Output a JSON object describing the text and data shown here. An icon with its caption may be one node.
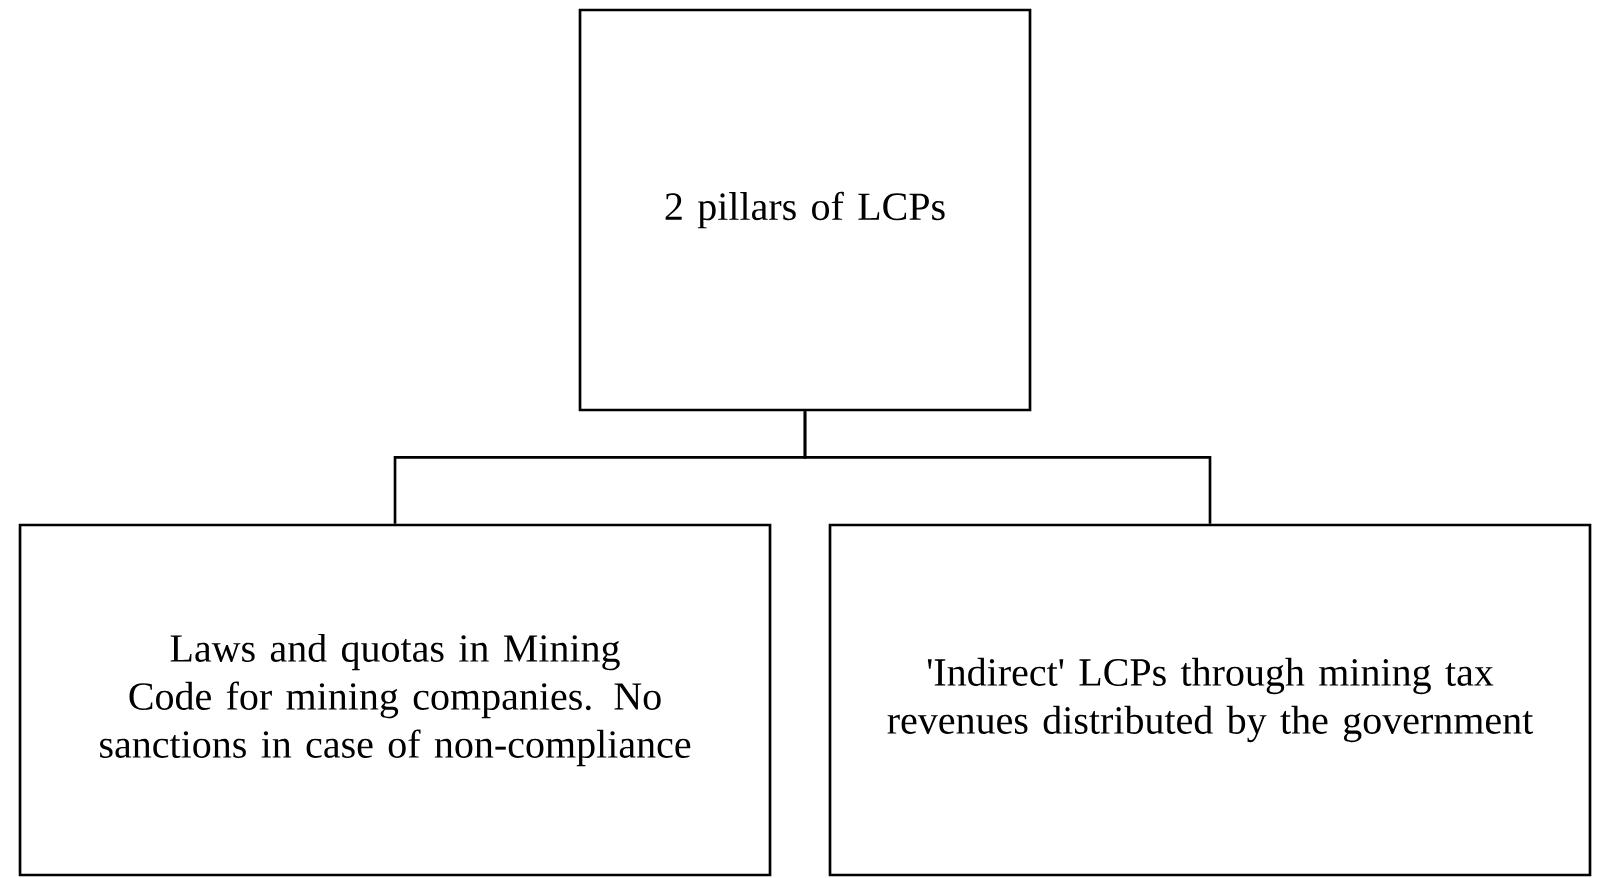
{
  "diagram": {
    "nodes": [
      {
        "text": [
          "2 pillars of LCPs"
        ]
      },
      {
        "text": [
          "Laws and quotas in Mining Code for mining companies. No sanctions in case of non-compliance"
        ]
      },
      {
        "text": [
          "'Indirect' LCPs through mining tax revenues distributed by the government"
        ]
      }
    ],
    "edges": [
      {
        "from": 0,
        "to": 1,
        "arrow": "none"
      },
      {
        "from": 0,
        "to": 2,
        "arrow": "none"
      }
    ]
  }
}
